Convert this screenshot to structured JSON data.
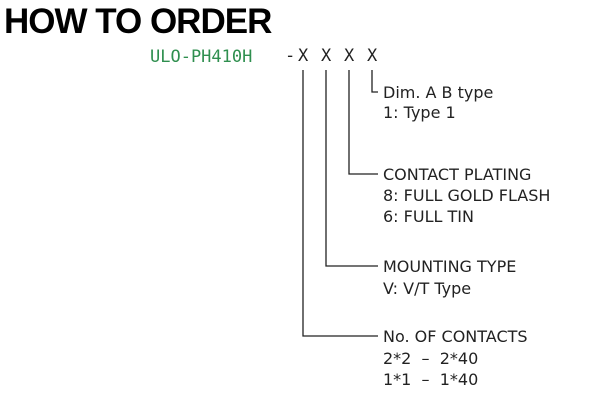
{
  "title": "HOW TO ORDER",
  "part_number": "ULO-PH410H",
  "separator": "-",
  "code_positions": [
    "X",
    "X",
    "X",
    "X"
  ],
  "fields": {
    "dim_type": {
      "label": "Dim. A B type",
      "options": [
        "1: Type 1"
      ]
    },
    "contact_plating": {
      "label": "CONTACT PLATING",
      "options": [
        "8: FULL GOLD FLASH",
        "6: FULL TIN"
      ]
    },
    "mounting_type": {
      "label": "MOUNTING TYPE",
      "options": [
        "V: V/T Type"
      ]
    },
    "contacts": {
      "label": "No. OF CONTACTS",
      "options": [
        "2*2  –  2*40",
        "1*1  –  1*40"
      ]
    }
  },
  "colors": {
    "part_number": "#2f8f4f",
    "lines": "#222222"
  }
}
